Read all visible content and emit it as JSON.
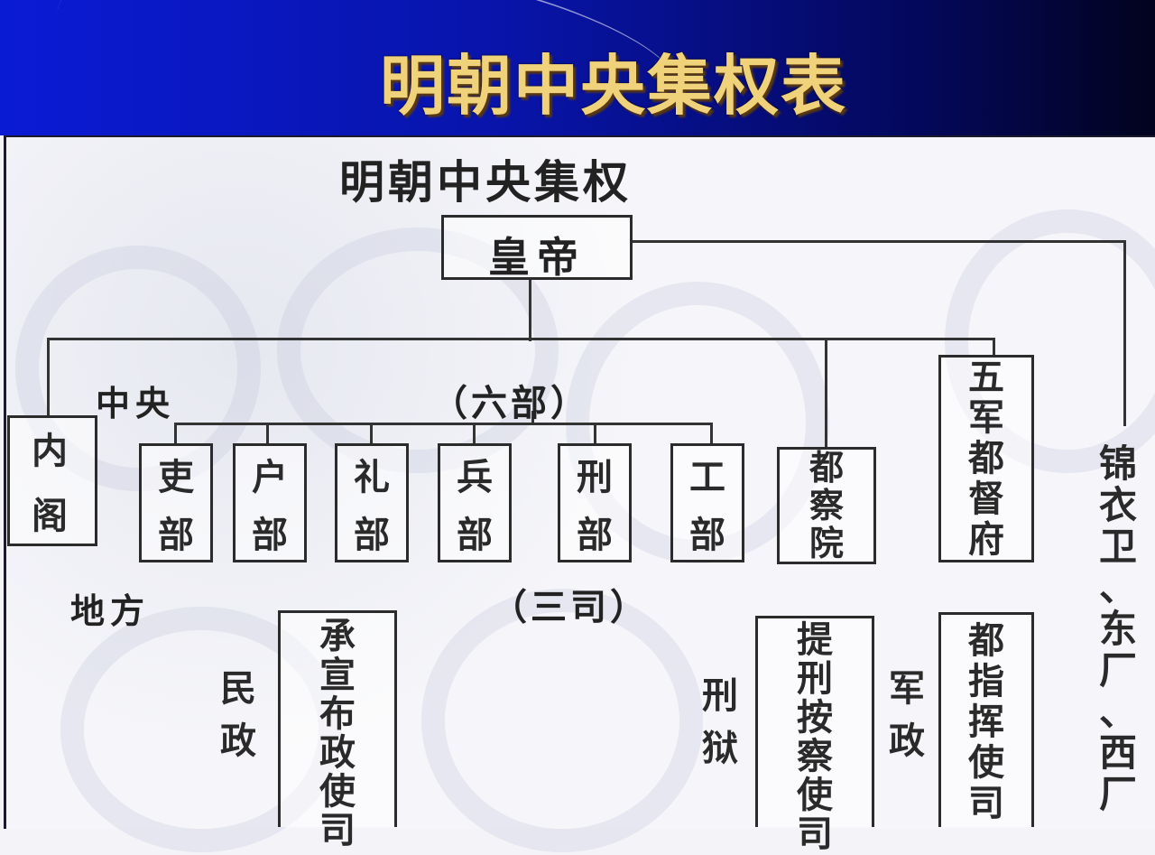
{
  "slide": {
    "title": "明朝中央集权表"
  },
  "diagram": {
    "title": "明朝中央集权",
    "emperor": "皇帝",
    "central_label": "中央",
    "local_label": "地方",
    "six_ministries_label": "（六部）",
    "three_offices_label": "（三司）",
    "cabinet": [
      "内",
      "阁"
    ],
    "ministries": [
      [
        "吏",
        "部"
      ],
      [
        "户",
        "部"
      ],
      [
        "礼",
        "部"
      ],
      [
        "兵",
        "部"
      ],
      [
        "刑",
        "部"
      ],
      [
        "工",
        "部"
      ]
    ],
    "censorate": [
      "都",
      "察",
      "院"
    ],
    "five_armies": [
      "五",
      "军",
      "都",
      "督",
      "府"
    ],
    "secret_police": [
      "锦",
      "衣",
      "卫",
      "、",
      "东",
      "厂",
      "、",
      "西",
      "厂"
    ],
    "civil_label": [
      "民",
      "政"
    ],
    "civil_office": [
      "承",
      "宣",
      "布",
      "政",
      "使",
      "司"
    ],
    "judicial_label": [
      "刑",
      "狱"
    ],
    "judicial_office": [
      "提",
      "刑",
      "按",
      "察",
      "使",
      "司"
    ],
    "military_label": [
      "军",
      "政"
    ],
    "military_office": [
      "都",
      "指",
      "挥",
      "使",
      "司"
    ]
  }
}
